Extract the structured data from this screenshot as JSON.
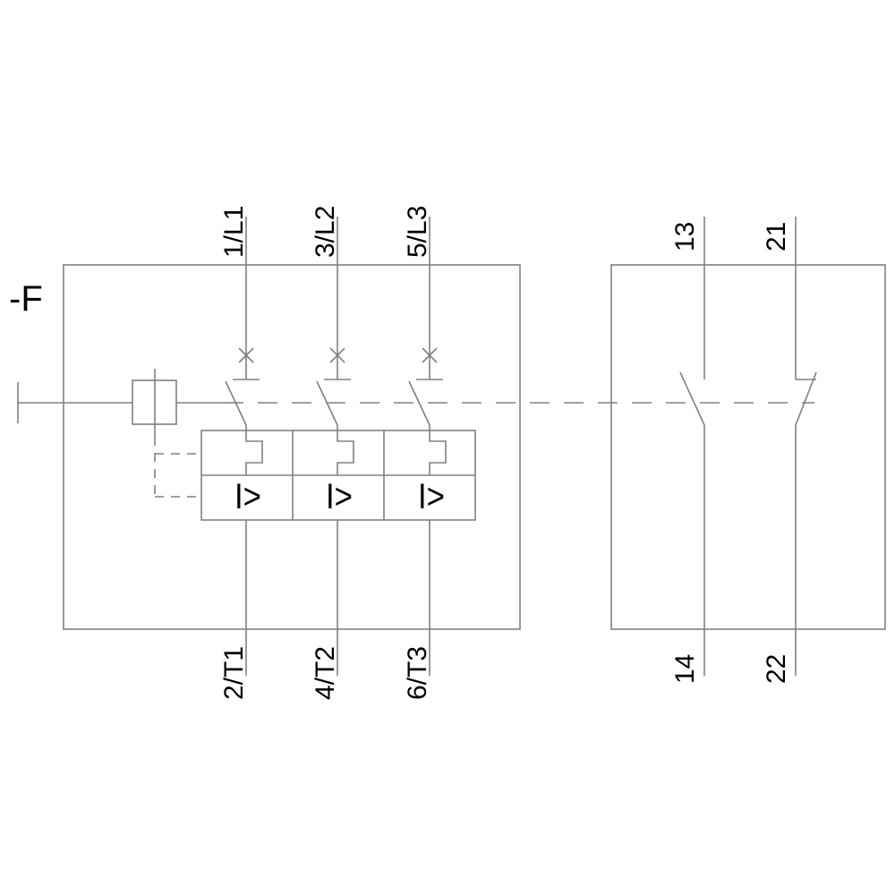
{
  "diagram": {
    "reference_designation": "-F",
    "main_terminals_top": [
      "1/L1",
      "3/L2",
      "5/L3"
    ],
    "main_terminals_bottom": [
      "2/T1",
      "4/T2",
      "6/T3"
    ],
    "aux_no_contact": {
      "top": "13",
      "bottom": "14"
    },
    "aux_nc_contact": {
      "top": "21",
      "bottom": "22"
    },
    "overcurrent_release_symbol": "I>",
    "colors": {
      "line": "#808080",
      "text": "#000000",
      "background": "#ffffff"
    }
  }
}
